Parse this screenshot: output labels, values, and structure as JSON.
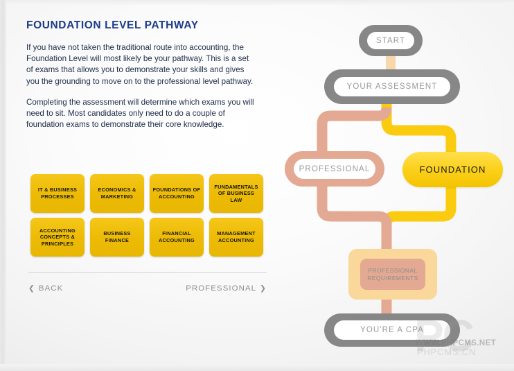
{
  "panel": {
    "title": "FOUNDATION LEVEL PATHWAY",
    "paragraph1": "If you have not taken the traditional route into accounting, the Foundation Level will most likely be your pathway. This is a set of exams that allows you to demonstrate your skills and gives you the grounding to move on to the professional level pathway.",
    "paragraph2": "Completing the assessment will determine which exams you will need to sit. Most candidates only need to do a couple of foundation exams to demonstrate their core knowledge."
  },
  "exam_tiles": {
    "row1": [
      "IT & BUSINESS PROCESSES",
      "ECONOMICS & MARKETING",
      "FOUNDATIONS OF ACCOUNTING",
      "FUNDAMENTALS OF BUSINESS LAW"
    ],
    "row2": [
      "ACCOUNTING CONCEPTS & PRINCIPLES",
      "BUSINESS FINANCE",
      "FINANCIAL ACCOUNTING",
      "MANAGEMENT ACCOUNTING"
    ]
  },
  "nav": {
    "back_label": "BACK",
    "back_icon": "chevron-left-icon",
    "next_label": "PROFESSIONAL",
    "next_icon": "chevron-right-icon"
  },
  "flowchart": {
    "nodes": {
      "start": "START",
      "assessment": "YOUR ASSESSMENT",
      "professional": "PROFESSIONAL",
      "foundation": "FOUNDATION",
      "requirements_line1": "PROFESSIONAL",
      "requirements_line2": "REQUIREMENTS",
      "cpa": "YOU'RE A CPA"
    }
  },
  "watermark": {
    "logo": "PC",
    "url_top": "WWW.PHPCMS.NET",
    "url_bottom": "PHPCMS.CN"
  },
  "colors": {
    "title_blue": "#1c3c87",
    "body_text": "#1f2d4a",
    "tile_yellow": "#edbb05",
    "path_yellow": "#fbcb10",
    "path_salmon": "#e3a992",
    "node_gray": "#878787",
    "requirements_peach": "#fad89c",
    "nav_gray": "#8e8e8e"
  }
}
